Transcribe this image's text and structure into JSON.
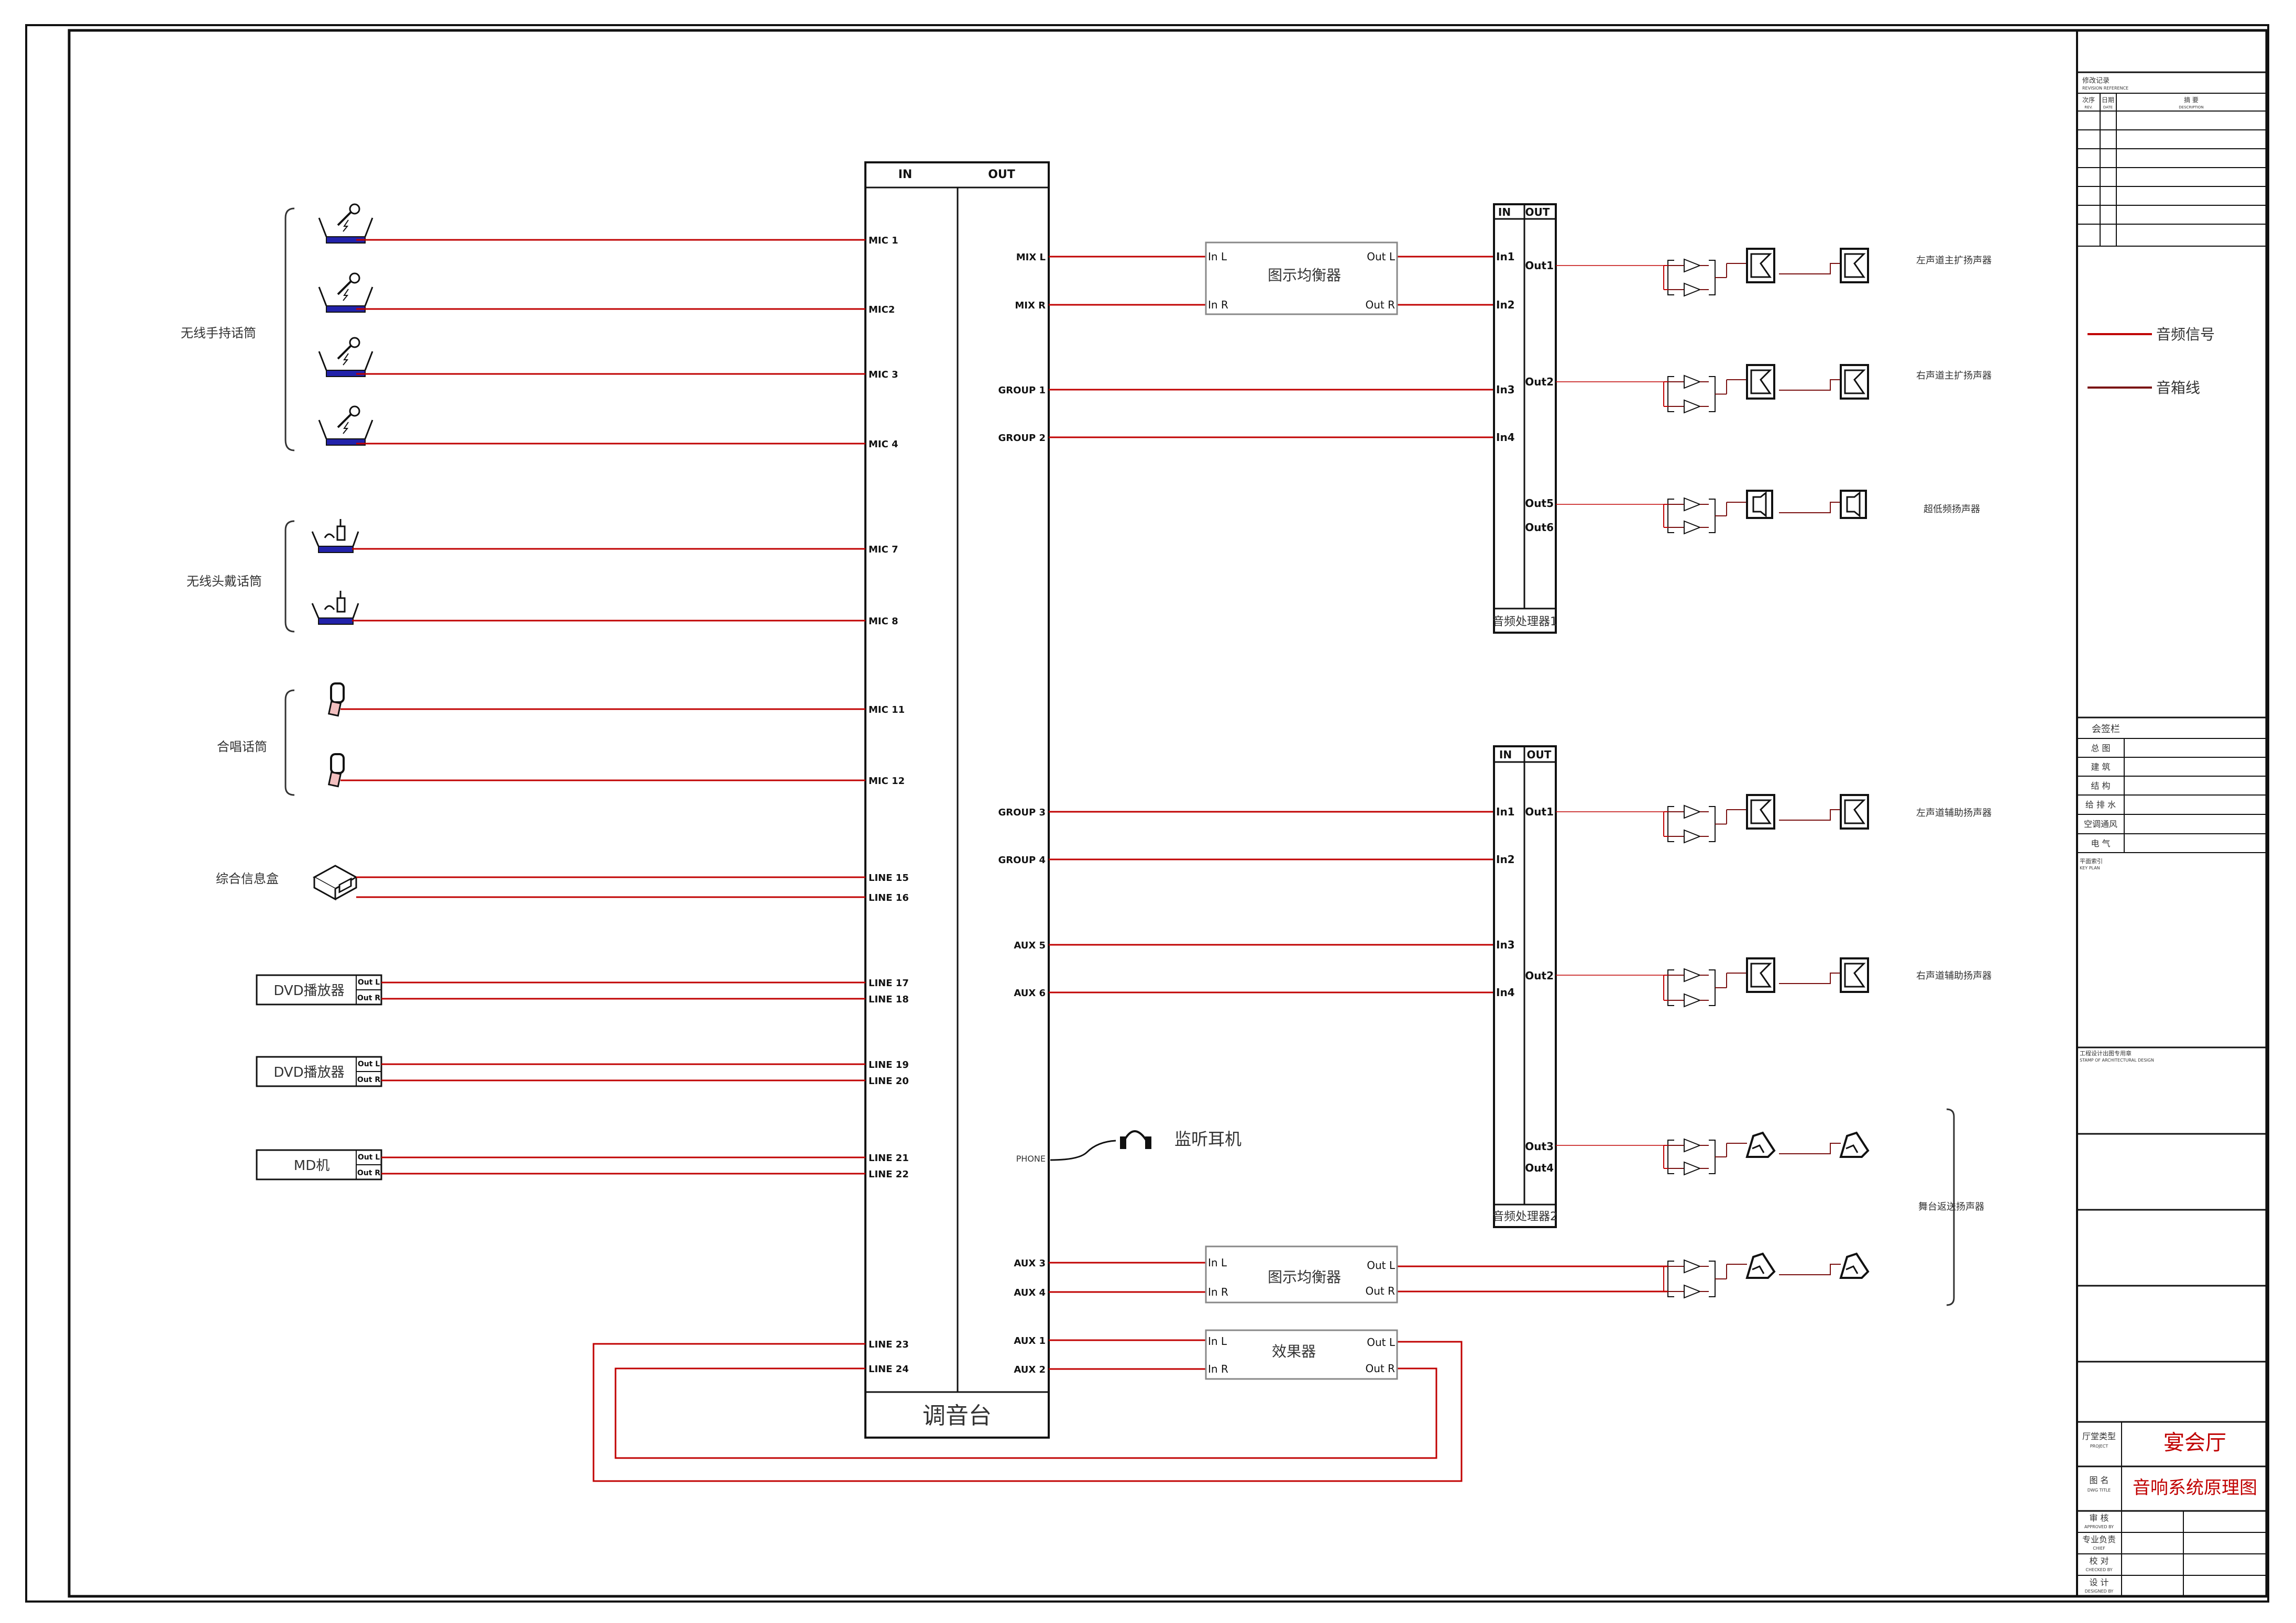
{
  "mixer": {
    "in_label": "IN",
    "out_label": "OUT",
    "title": "调音台",
    "inputs": [
      "MIC 1",
      "MIC2",
      "MIC 3",
      "MIC 4",
      "MIC 7",
      "MIC 8",
      "MIC 11",
      "MIC 12",
      "LINE 15",
      "LINE 16",
      "LINE 17",
      "LINE 18",
      "LINE 19",
      "LINE 20",
      "LINE 21",
      "LINE 22",
      "LINE 23",
      "LINE 24"
    ],
    "outputs": [
      "MIX L",
      "MIX R",
      "GROUP 1",
      "GROUP 2",
      "GROUP 3",
      "GROUP 4",
      "AUX 5",
      "AUX 6",
      "PHONE",
      "AUX 3",
      "AUX 4",
      "AUX 1",
      "AUX 2"
    ]
  },
  "sources": {
    "wireless_handheld": "无线手持话筒",
    "wireless_headset": "无线头戴话筒",
    "choir_mic": "合唱话筒",
    "info_box": "综合信息盒",
    "dvd1": "DVD播放器",
    "dvd2": "DVD播放器",
    "md": "MD机",
    "out_l": "Out L",
    "out_r": "Out R"
  },
  "eq1": {
    "title": "图示均衡器",
    "in_l": "In L",
    "in_r": "In R",
    "out_l": "Out L",
    "out_r": "Out R"
  },
  "eq2": {
    "title": "图示均衡器",
    "in_l": "In L",
    "in_r": "In R",
    "out_l": "Out L",
    "out_r": "Out R"
  },
  "fx": {
    "title": "效果器",
    "in_l": "In L",
    "in_r": "In R",
    "out_l": "Out L",
    "out_r": "Out R"
  },
  "headphone": "监听耳机",
  "processor1": {
    "in_label": "IN",
    "out_label": "OUT",
    "title": "音频处理器1",
    "inputs": [
      "In1",
      "In2",
      "In3",
      "In4"
    ],
    "outputs": [
      "Out1",
      "Out2",
      "Out5",
      "Out6"
    ]
  },
  "processor2": {
    "in_label": "IN",
    "out_label": "OUT",
    "title": "音频处理器2",
    "inputs": [
      "In1",
      "In2",
      "In3",
      "In4"
    ],
    "outputs": [
      "Out1",
      "Out2",
      "Out3",
      "Out4"
    ]
  },
  "speakers": {
    "left_main": "左声道主扩扬声器",
    "right_main": "右声道主扩扬声器",
    "sub": "超低频扬声器",
    "left_aux": "左声道辅助扬声器",
    "right_aux": "右声道辅助扬声器",
    "stage": "舞台返送扬声器"
  },
  "legend": {
    "audio_signal": "音频信号",
    "speaker_line": "音箱线"
  },
  "title_block": {
    "revision": "修改记录",
    "revision_en": "REVISION REFERENCE",
    "rev_cols": [
      "次序",
      "日期",
      "摘    要"
    ],
    "rev_cols_en": [
      "REV.",
      "DATE",
      "DESCRIPTION"
    ],
    "countersign": "会签栏",
    "disciplines": [
      "总    图",
      "建    筑",
      "结    构",
      "给 排 水",
      "空调通风",
      "电    气"
    ],
    "key_plan": "平面索引",
    "key_plan_en": "KEY PLAN",
    "stamp": "工程设计出图专用章",
    "stamp_en": "STAMP OF ARCHITECTURAL DESIGN",
    "project_label": "厅堂类型",
    "project_label_en": "PROJECT",
    "project": "宴会厅",
    "drawing_label": "图    名",
    "drawing_label_en": "DWG TITLE",
    "drawing": "音响系统原理图",
    "roles": [
      "审    核",
      "专业负责",
      "校    对",
      "设    计"
    ],
    "roles_en": [
      "APPROVED BY",
      "CHIEF",
      "CHECKED BY",
      "DESIGNED BY"
    ]
  },
  "colors": {
    "signal": "#c00000",
    "speaker": "#7a1010",
    "line": "#111111"
  }
}
